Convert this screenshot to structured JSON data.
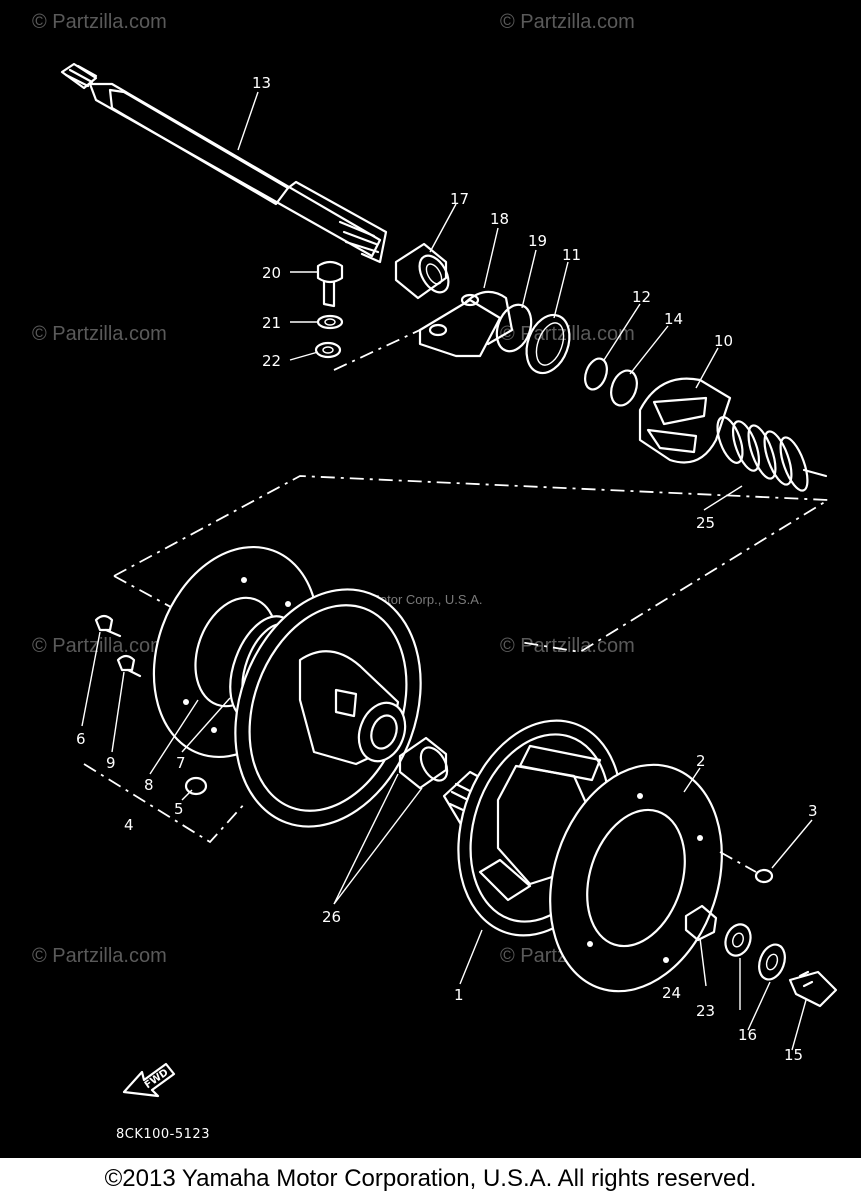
{
  "watermarks": {
    "site": "© Partzilla.com",
    "maker": "Yamaha Motor Corp., U.S.A."
  },
  "drawing_code": "8CK100-5123",
  "fwd_label": "FWD",
  "copyright": "©2013 Yamaha Motor Corporation, U.S.A. All rights reserved.",
  "callouts": {
    "c1": "1",
    "c2": "2",
    "c3": "3",
    "c4": "4",
    "c5": "5",
    "c6": "6",
    "c7": "7",
    "c8": "8",
    "c9": "9",
    "c10": "10",
    "c11": "11",
    "c12": "12",
    "c13": "13",
    "c14": "14",
    "c15": "15",
    "c16": "16",
    "c17": "17",
    "c18": "18",
    "c19": "19",
    "c20": "20",
    "c21": "21",
    "c22": "22",
    "c23": "23",
    "c24": "24",
    "c25": "25",
    "c26": "26"
  },
  "colors": {
    "background": "#000000",
    "lines": "#ffffff",
    "watermark": "#5a5a5a"
  }
}
